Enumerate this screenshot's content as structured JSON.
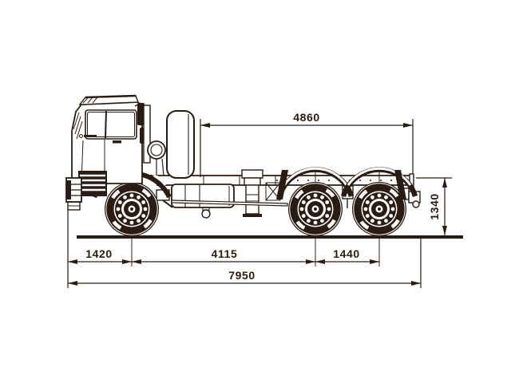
{
  "meta": {
    "background_color": "#ffffff",
    "ink_color": "#2b1c13",
    "subject": "truck chassis side-view dimension drawing"
  },
  "dimensions": {
    "top_span": "4860",
    "chassis_height": "1340",
    "front_overhang": "1420",
    "wheelbase": "4115",
    "tandem_spacing": "1440",
    "overall_length": "7950"
  }
}
